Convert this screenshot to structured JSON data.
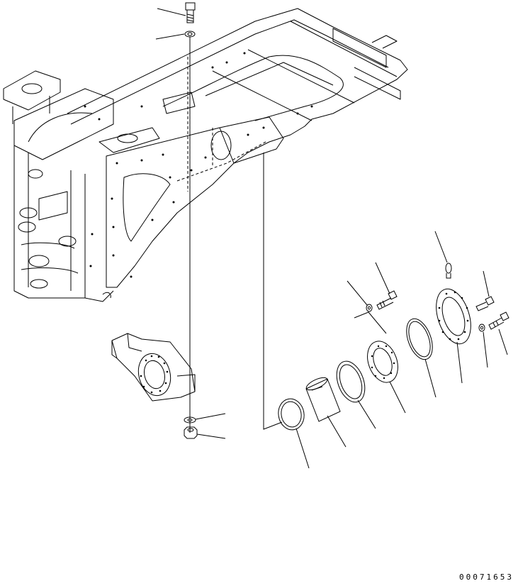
{
  "drawing_number": "00071653",
  "colors": {
    "line": "#000000",
    "background": "#ffffff"
  },
  "parts": [
    "bolt-top",
    "washer-top",
    "rear-frame",
    "rear-axle-support",
    "washer-bottom",
    "nut-bottom",
    "seal-ring",
    "bushing",
    "thrust-ring",
    "thrust-plate",
    "shim",
    "cover-plate",
    "grease-fitting",
    "bolt-left",
    "washer-left",
    "bolt-right",
    "washer-right"
  ]
}
